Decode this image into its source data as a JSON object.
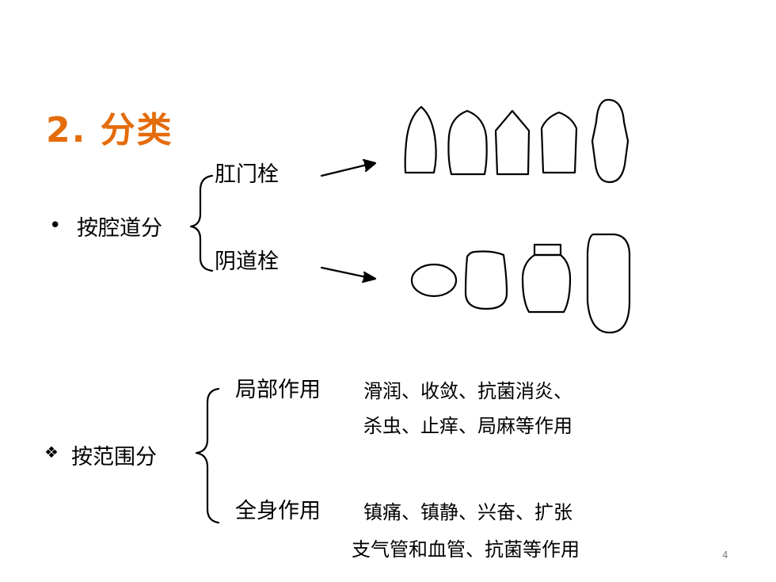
{
  "slide": {
    "title": "2. 分类",
    "page_number": "4"
  },
  "section_cavity": {
    "bullet": "•",
    "label": "按腔道分",
    "items": [
      {
        "label": "肛门栓"
      },
      {
        "label": "阴道栓"
      }
    ]
  },
  "section_scope": {
    "bullet": "❖",
    "label": "按范围分",
    "local": {
      "label": "局部作用",
      "desc_line1": "滑润、收敛、抗菌消炎、",
      "desc_line2": "杀虫、止痒、局麻等作用"
    },
    "systemic": {
      "label": "全身作用",
      "desc_line1": "镇痛、镇静、兴奋、扩张",
      "desc_line2": "支气管和血管、抗菌等作用"
    }
  },
  "colors": {
    "title": "#e46c0a",
    "text": "#000000",
    "page_number": "#7f7f7f"
  }
}
